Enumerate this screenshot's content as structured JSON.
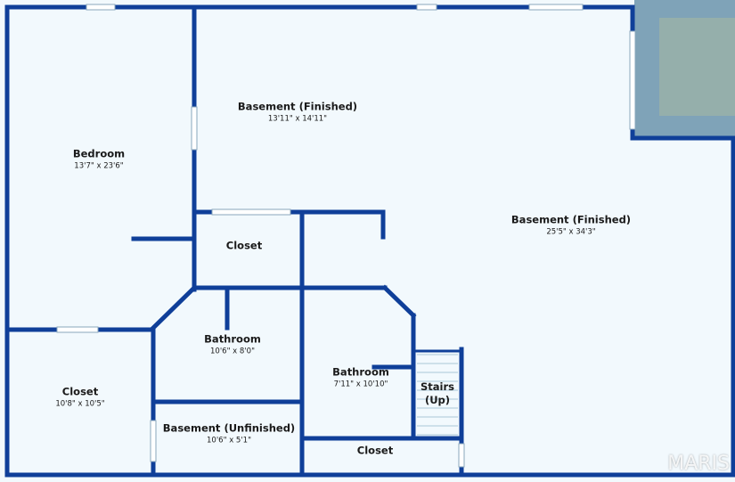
{
  "rooms": [
    {
      "name": "Bedroom",
      "dims": "13'7\" x 23'6\""
    },
    {
      "name": "Basement (Finished)",
      "dims": "13'11\" x 14'11\""
    },
    {
      "name": "Basement (Finished)",
      "dims": "25'5\" x 34'3\""
    },
    {
      "name": "Closet",
      "dims": ""
    },
    {
      "name": "Bathroom",
      "dims": "10'6\" x 8'0\""
    },
    {
      "name": "Bathroom",
      "dims": "7'11\" x 10'10\""
    },
    {
      "name": "Closet",
      "dims": "10'8\" x 10'5\""
    },
    {
      "name": "Basement (Unfinished)",
      "dims": "10'6\" x 5'1\""
    },
    {
      "name": "Closet",
      "dims": ""
    },
    {
      "name": "Stairs",
      "dims": "(Up)"
    }
  ],
  "watermark": "MARIS",
  "colors": {
    "wall": "#0f3f99",
    "floor": "#f2f9fd",
    "outside": "#6f95b0"
  }
}
